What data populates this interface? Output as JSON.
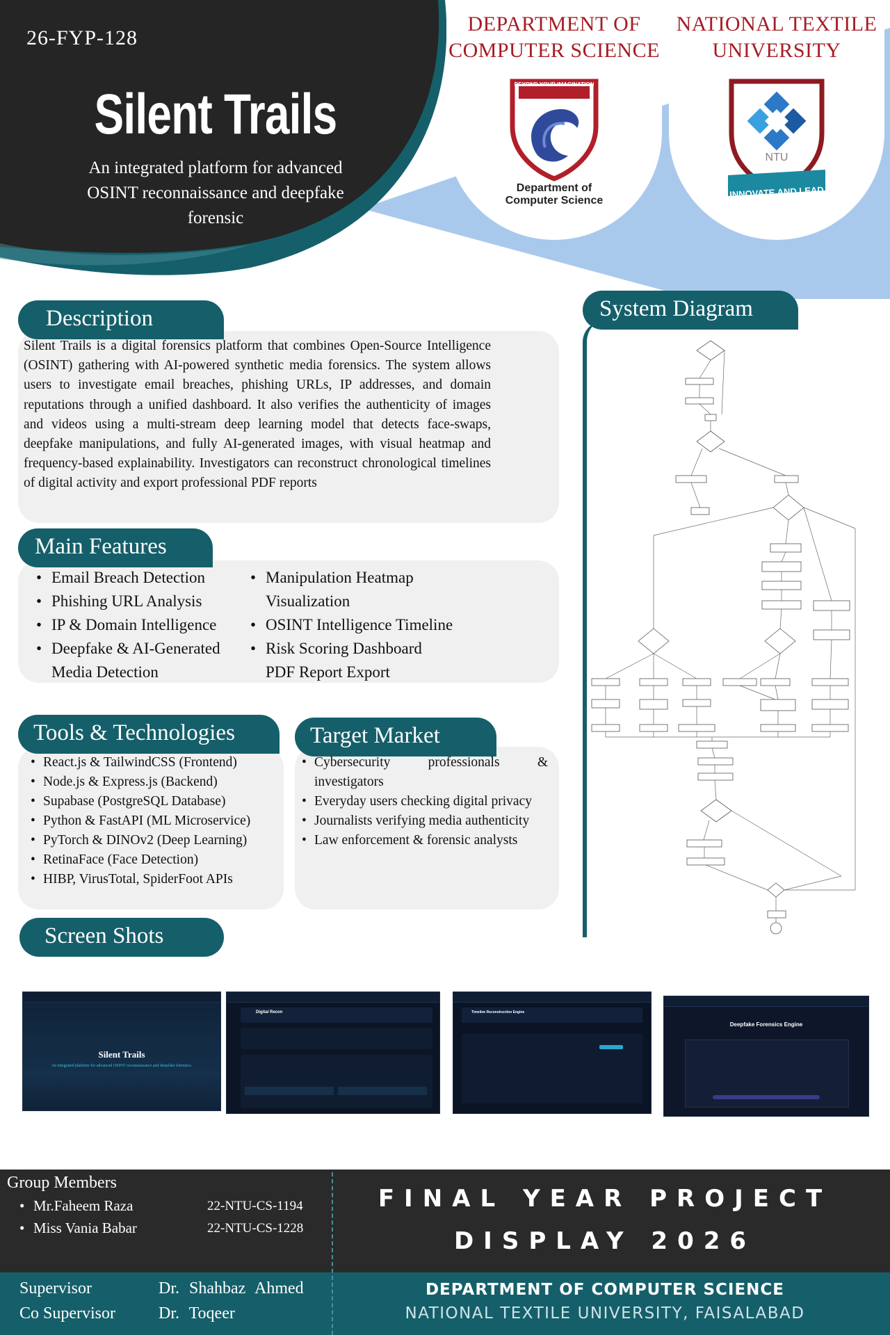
{
  "header": {
    "project_code": "26-FYP-128",
    "title": "Silent Trails",
    "subtitle": "An integrated platform for advanced OSINT reconnaissance and deepfake forensic"
  },
  "logos": {
    "dept_heading": "DEPARTMENT OF COMPUTER SCIENCE",
    "dept_caption_1": "Department of",
    "dept_caption_2": "Computer Science",
    "dept_banner": "BEYOND YOUR IMAGINATION",
    "uni_heading": "NATIONAL TEXTILE UNIVERSITY",
    "uni_abbr": "NTU",
    "uni_ribbon": "INNOVATE AND LEAD"
  },
  "description": {
    "heading": "Description",
    "text": "Silent Trails is a digital forensics platform that combines Open-Source Intelligence (OSINT) gathering with AI-powered synthetic media forensics. The system allows users to investigate email breaches, phishing URLs, IP addresses, and domain reputations through a unified dashboard. It also verifies the authenticity of images and videos using a multi-stream deep learning model that detects face-swaps, deepfake manipulations, and fully AI-generated images, with visual heatmap and frequency-based explainability. Investigators can reconstruct chronological timelines of digital activity and export professional PDF reports"
  },
  "features": {
    "heading": "Main Features",
    "left": [
      "Email Breach Detection",
      "Phishing URL Analysis",
      "IP & Domain Intelligence",
      "Deepfake & AI-Generated Media Detection"
    ],
    "right": [
      "Manipulation Heatmap Visualization",
      "OSINT Intelligence Timeline",
      "Risk Scoring Dashboard"
    ],
    "right_extra": "PDF Report Export"
  },
  "tools": {
    "heading": "Tools & Technologies",
    "items": [
      "React.js & TailwindCSS (Frontend)",
      "Node.js & Express.js (Backend)",
      "Supabase (PostgreSQL Database)",
      "Python & FastAPI (ML Microservice)",
      "PyTorch & DINOv2 (Deep Learning)",
      "RetinaFace (Face Detection)",
      "HIBP, VirusTotal, SpiderFoot APIs"
    ]
  },
  "market": {
    "heading": "Target Market",
    "items": [
      "Cybersecurity professionals & investigators",
      "Everyday users checking digital privacy",
      "Journalists verifying media authenticity",
      "Law enforcement & forensic analysts"
    ]
  },
  "diagram": {
    "heading": "System Diagram"
  },
  "screenshots": {
    "heading": "Screen Shots",
    "s1_title": "Silent Trails",
    "s1_sub": "An integrated platform for advanced OSINT reconnaissance and deepfake forensics.",
    "s2_title": "Digital Recon",
    "s3_title": "Timeline Reconstruction Engine",
    "s4_title": "Deepfake Forensics Engine"
  },
  "footer": {
    "members_heading": "Group Members",
    "members": [
      {
        "name": "Mr.Faheem Raza",
        "id": "22-NTU-CS-1194"
      },
      {
        "name": "Miss Vania Babar",
        "id": "22-NTU-CS-1228"
      }
    ],
    "supervisor_label": "Supervisor",
    "supervisor_name": "Dr. Shahbaz Ahmed",
    "co_supervisor_label": "Co Supervisor",
    "co_supervisor_name": "Dr. Toqeer",
    "fyp_line1": "FINAL YEAR PROJECT",
    "fyp_line2": "DISPLAY 2026",
    "dept_line": "DEPARTMENT OF COMPUTER SCIENCE",
    "uni_line": "NATIONAL TEXTILE UNIVERSITY, FAISALABAD"
  },
  "colors": {
    "teal": "#155f6a",
    "dark": "#252525",
    "red": "#a61c25",
    "light_blue": "#a9c9ec"
  }
}
